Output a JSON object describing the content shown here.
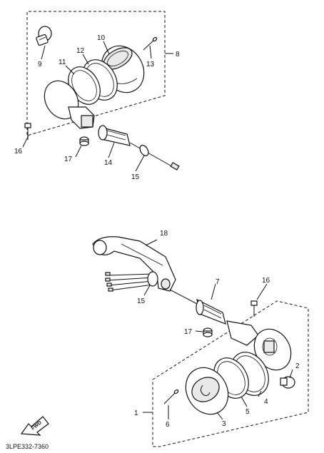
{
  "labels": {
    "p1": "1",
    "p2": "2",
    "p3": "3",
    "p4": "4",
    "p5": "5",
    "p6": "6",
    "p7": "7",
    "p8": "8",
    "p9": "9",
    "p10": "10",
    "p11": "11",
    "p12": "12",
    "p13": "13",
    "p14": "14",
    "p15a": "15",
    "p15b": "15",
    "p16a": "16",
    "p16b": "16",
    "p17a": "17",
    "p17b": "17",
    "p18": "18"
  },
  "fwd_mark": "FWD",
  "diagram_code": "3LPE332-7360"
}
